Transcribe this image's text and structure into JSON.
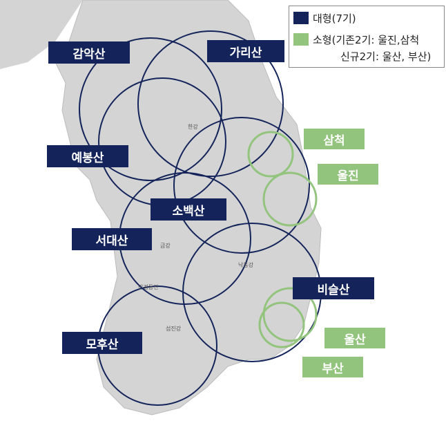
{
  "legend": {
    "large": {
      "label": "대형(7기)",
      "color": "#14245a"
    },
    "small": {
      "label_line1": "소형(기존2기: 울진,삼척",
      "label_line2": "신규2기: 울산, 부산)",
      "color": "#93c47d"
    }
  },
  "large_radars": [
    {
      "name": "감악산"
    },
    {
      "name": "가리산"
    },
    {
      "name": "예봉산"
    },
    {
      "name": "소백산"
    },
    {
      "name": "서대산"
    },
    {
      "name": "비슬산"
    },
    {
      "name": "모후산"
    }
  ],
  "small_radars": [
    {
      "name": "삼척"
    },
    {
      "name": "울진"
    },
    {
      "name": "울산"
    },
    {
      "name": "부산"
    }
  ],
  "rivers": [
    {
      "name": "한강"
    },
    {
      "name": "금강"
    },
    {
      "name": "낙동강"
    },
    {
      "name": "섬진강"
    },
    {
      "name": "만경동진"
    }
  ]
}
